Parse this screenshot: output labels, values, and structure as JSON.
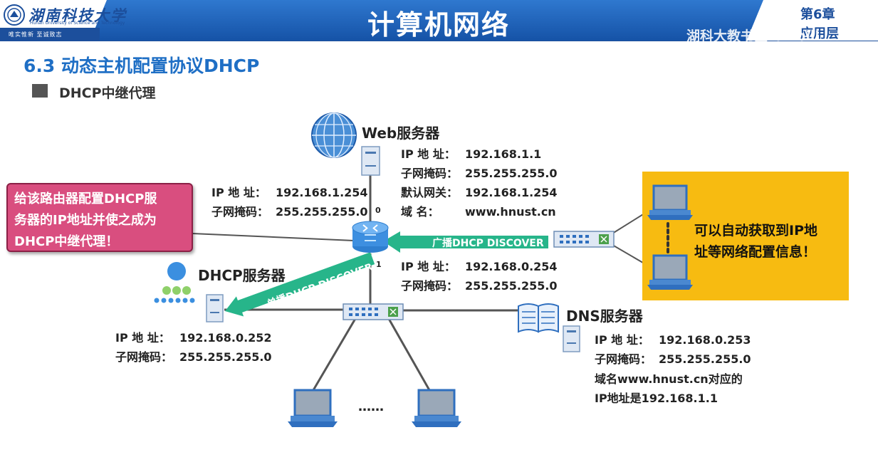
{
  "header": {
    "university_name": "湖南科技大学",
    "university_name_en": "Hunan University of Science and Technology",
    "motto": "唯实惟新  至诚致志",
    "course_title": "计算机网络",
    "chapter_number": "第6章",
    "chapter_name": "应用层",
    "watermark": "湖科大教书匠 bilibili"
  },
  "section_title": "6.3 动态主机配置协议DHCP",
  "bullet": "DHCP中继代理",
  "web_server": {
    "name": "Web服务器",
    "ip_label": "IP 地  址：",
    "ip": "192.168.1.1",
    "mask_label": "子网掩码：",
    "mask": "255.255.255.0",
    "gateway_label": "默认网关：",
    "gateway": "192.168.1.254",
    "domain_label": "域      名：",
    "domain": "www.hnust.cn"
  },
  "router": {
    "port0": "0",
    "port1": "1",
    "port0_ip_label": "IP 地  址：",
    "port0_ip": "192.168.1.254",
    "port0_mask_label": "子网掩码：",
    "port0_mask": "255.255.255.0",
    "port1_ip_label": "IP 地  址：",
    "port1_ip": "192.168.0.254",
    "port1_mask_label": "子网掩码：",
    "port1_mask": "255.255.255.0"
  },
  "callout": {
    "line1": "给该路由器配置DHCP服",
    "line2": "务器的IP地址并使之成为",
    "line3": "DHCP中继代理！"
  },
  "dhcp_server": {
    "name": "DHCP服务器",
    "ip_label": "IP 地  址：",
    "ip": "192.168.0.252",
    "mask_label": "子网掩码：",
    "mask": "255.255.255.0"
  },
  "dns_server": {
    "name": "DNS服务器",
    "ip_label": "IP 地  址：",
    "ip": "192.168.0.253",
    "mask_label": "子网掩码：",
    "mask": "255.255.255.0",
    "note_line1": "域名www.hnust.cn对应的",
    "note_line2": "IP地址是192.168.1.1"
  },
  "yellow_box": {
    "line1": "可以自动获取到IP地",
    "line2": "址等网络配置信息！"
  },
  "arrows": {
    "broadcast": "广播DHCP DISCOVER",
    "unicast": "单播DHCP DISCOVER"
  },
  "ellipsis": "……",
  "colors": {
    "brand_blue": "#1c4f9c",
    "section_blue": "#1f6fc5",
    "arrow_green": "#27b58a",
    "callout_pink": "#d94e7f",
    "highlight_yellow": "#f7bb11"
  }
}
